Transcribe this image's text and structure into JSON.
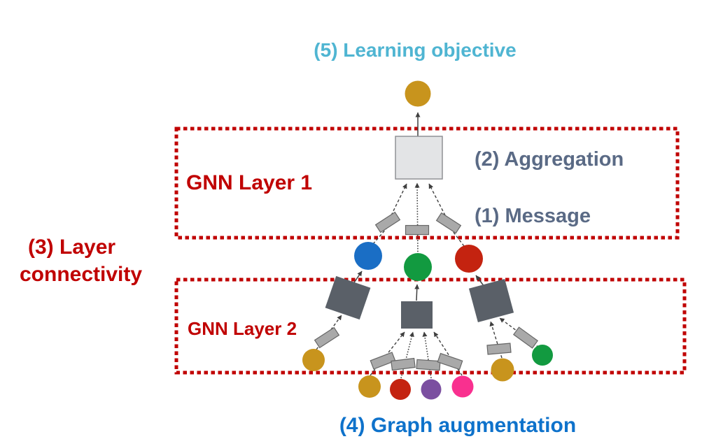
{
  "diagram": {
    "type": "gnn-design-space-figure",
    "annotations": {
      "learning_objective": "(5) Learning objective",
      "aggregation": "(2) Aggregation",
      "message": "(1) Message",
      "layer_connectivity_line1": "(3) Layer",
      "layer_connectivity_line2": "connectivity",
      "graph_augmentation": "(4) Graph augmentation"
    },
    "layers": {
      "layer1_label": "GNN Layer 1",
      "layer2_label": "GNN Layer 2"
    },
    "colors": {
      "learning_objective_text": "#4fb5d2",
      "graph_augmentation_text": "#0e72cb",
      "message_aggregation_text": "#5a6a85",
      "layer_label_text": "#c00000",
      "box_border": "#c00000",
      "node_gold": "#c8941d",
      "node_blue": "#1a6ec5",
      "node_green": "#129a40",
      "node_red": "#c42310",
      "node_purple": "#7b4fa0",
      "node_pink": "#f9308f",
      "aggregator_dark": "#5a6068",
      "aggregator_light_fill": "#e3e4e6",
      "aggregator_light_border": "#909295",
      "message_fill": "#a9a9a9",
      "message_border": "#666666",
      "arrow": "#3f3f3f"
    }
  }
}
